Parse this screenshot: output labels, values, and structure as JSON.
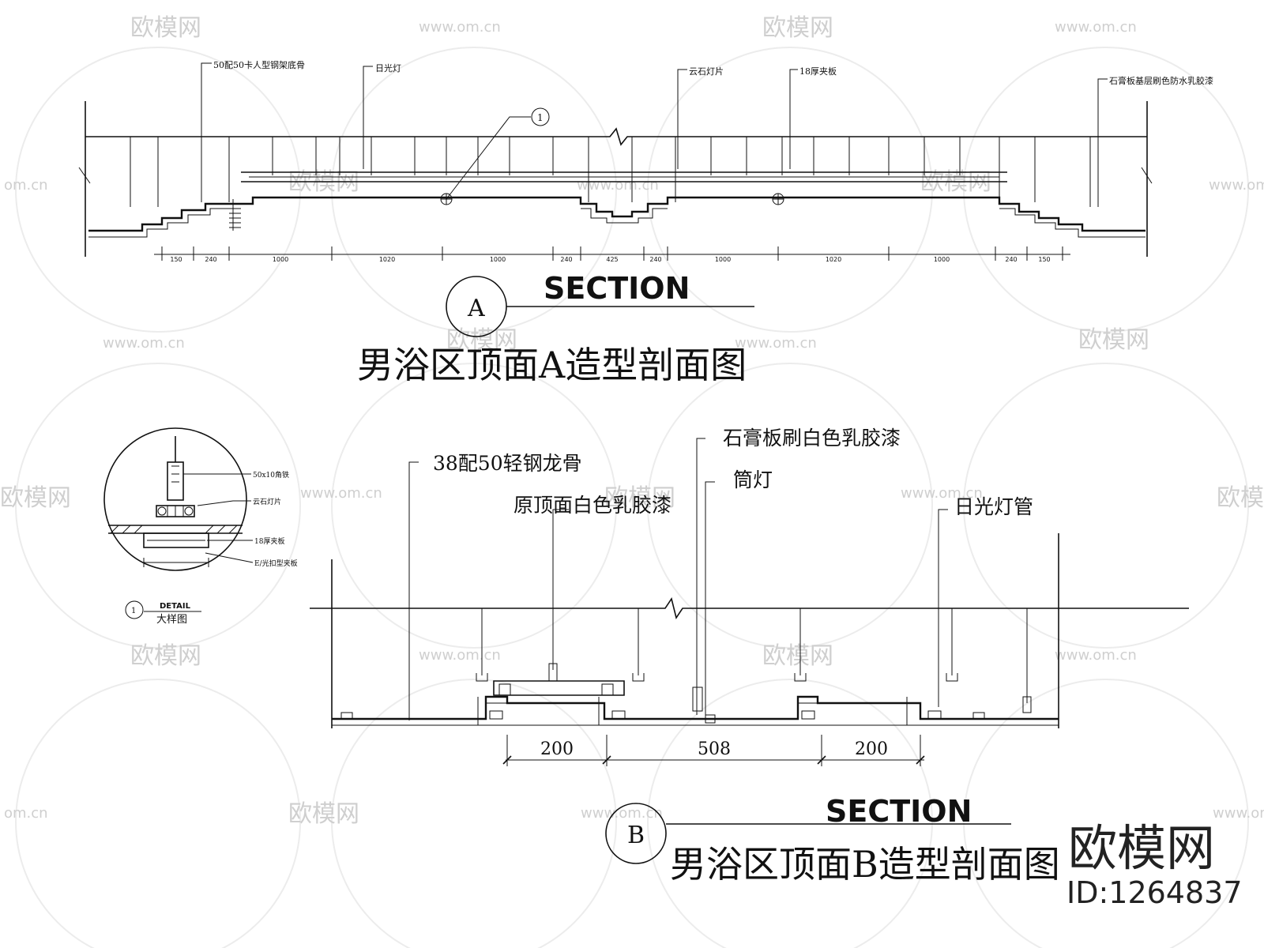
{
  "section_a": {
    "bubble": "A",
    "heading": "SECTION",
    "title": "男浴区顶面A造型剖面图",
    "callouts": [
      "50配50卡人型钢架底骨",
      "日光灯",
      "云石灯片",
      "18厚夹板",
      "石膏板基层刷色防水乳胶漆"
    ],
    "detail_marker": "1",
    "dims": [
      "150",
      "240",
      "1000",
      "1020",
      "1000",
      "240",
      "425",
      "240",
      "1000",
      "1020",
      "1000",
      "240",
      "150"
    ]
  },
  "section_b": {
    "bubble": "B",
    "heading": "SECTION",
    "title": "男浴区顶面B造型剖面图",
    "callouts": {
      "keel": "38配50轻钢龙骨",
      "gypsum": "石膏板刷白色乳胶漆",
      "downlight": "筒灯",
      "original": "原顶面白色乳胶漆",
      "tube": "日光灯管"
    },
    "dims": [
      "200",
      "508",
      "200"
    ]
  },
  "detail": {
    "callouts": [
      "50x10角铁",
      "云石灯片",
      "18厚夹板",
      "E/光扣型夹板"
    ],
    "marker": "1",
    "heading": "DETAIL",
    "title": "大样图"
  },
  "watermark": {
    "brand": "欧模网",
    "url": "www.om.cn",
    "url_partial": "om.cn",
    "id": "ID:1264837"
  }
}
